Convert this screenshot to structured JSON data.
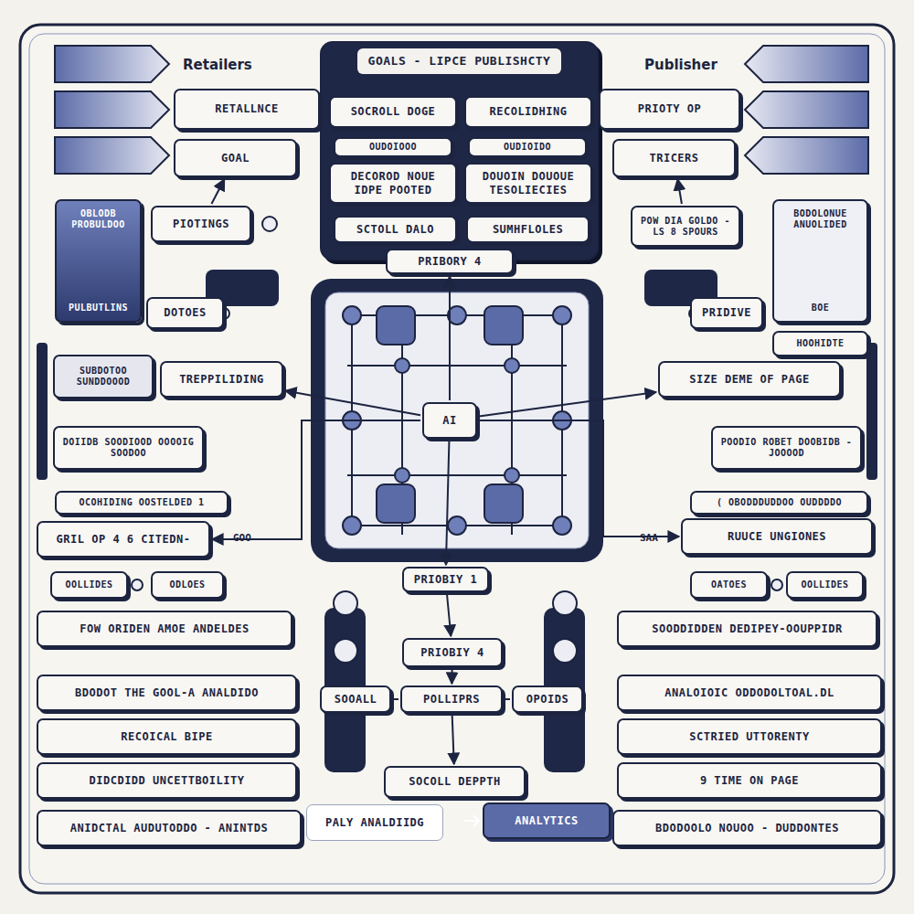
{
  "diagram": {
    "nodes": [
      {
        "text": [
          "GOALS - LIPCE PUBLISHCTY"
        ]
      },
      {
        "text": [
          "SOCROLL DOGE"
        ],
        "in": 0
      },
      {
        "text": [
          "RECOLIDHING"
        ],
        "in": 0
      },
      {
        "text": [
          "OUDOIOOO"
        ],
        "in": 0
      },
      {
        "text": [
          "OUDIOIDO"
        ],
        "in": 0
      },
      {
        "text": [
          "DECOROD NOUE IDPE POOTED"
        ],
        "in": 0
      },
      {
        "text": [
          "DOUOIN DOUOUE TESOLIECIES"
        ],
        "in": 0
      },
      {
        "text": [
          "SCTOLL DALO"
        ],
        "in": 0
      },
      {
        "text": [
          "SUMHFLOLES"
        ],
        "in": 0
      },
      {
        "text": [
          "PRIBORY 4"
        ]
      },
      {
        "text": [
          "RETALLNCE"
        ]
      },
      {
        "text": [
          "GOAL"
        ]
      },
      {
        "text": [
          "PIOTINGS"
        ]
      },
      {
        "text": [
          "OBLODB PROBULDOO",
          "PULBUTLINS"
        ]
      },
      {
        "text": [
          "DOTOES"
        ]
      },
      {
        "text": [
          "SUBDOTOO SUNDDOOOD"
        ]
      },
      {
        "text": [
          "TREPPILIDING"
        ]
      },
      {
        "text": [
          "DOIIDB SOODIOOD OOOOIG SOODOO"
        ]
      },
      {
        "text": [
          "OCOHIDING OOSTELDED 1"
        ]
      },
      {
        "text": [
          "GRIL OP 4 6 CITEDN-"
        ]
      },
      {
        "text": [
          "OOLLIDES"
        ]
      },
      {
        "text": [
          "ODLOES"
        ]
      },
      {
        "text": [
          "FOW ORIDEN AMOE ANDELDES"
        ]
      },
      {
        "text": [
          "BDODOT THE GOOL-A ANALDIDO"
        ]
      },
      {
        "text": [
          "RECOICAL BIPE"
        ]
      },
      {
        "text": [
          "DIDCDIDD UNCETTBOILITY"
        ]
      },
      {
        "text": [
          "ANIDCTAL AUDUTODDO - ANINTDS"
        ]
      },
      {
        "text": [
          "PRIOTY OP"
        ]
      },
      {
        "text": [
          "TRICERS"
        ]
      },
      {
        "text": [
          "POW DIA GOLDO -LS 8 SPOURS"
        ]
      },
      {
        "text": [
          "BODOLONUE ANUOLIDED",
          "BOE"
        ]
      },
      {
        "text": [
          "PRIDIVE"
        ]
      },
      {
        "text": [
          "HOOHIDTE"
        ]
      },
      {
        "text": [
          "SIZE DEME OF PAGE"
        ]
      },
      {
        "text": [
          "POODIO ROBET DOOBIDB -JOOOOD"
        ]
      },
      {
        "text": [
          "( OBODDDUDDOO OUDDDDO"
        ]
      },
      {
        "text": [
          "RUUCE UNGIONES"
        ]
      },
      {
        "text": [
          "OATOES"
        ]
      },
      {
        "text": [
          "OOLLIDES"
        ]
      },
      {
        "text": [
          "SOODDIDDEN DEDIPEY-OOUPPIDR"
        ]
      },
      {
        "text": [
          "ANALOIOIC ODDODOLTOAL.DL"
        ]
      },
      {
        "text": [
          "SCTRIED UTTORENTY"
        ]
      },
      {
        "text": [
          "9 TIME ON PAGE"
        ]
      },
      {
        "text": [
          "BDODOOLO NOUOO - DUDDONTES"
        ]
      },
      {
        "text": [
          "AI"
        ]
      },
      {
        "text": [
          "PRIOBIY 1"
        ]
      },
      {
        "text": [
          "PRIOBIY 4"
        ]
      },
      {
        "text": [
          "SOOALL"
        ]
      },
      {
        "text": [
          "POLLIPRS"
        ]
      },
      {
        "text": [
          "OPOIDS"
        ]
      },
      {
        "text": [
          "SOCOLL DEPPTH"
        ]
      },
      {
        "text": [
          "PALY ANALDIIDG"
        ]
      },
      {
        "text": [
          "ANALYTICS"
        ]
      }
    ],
    "edges": [
      {
        "from": 44,
        "to": 9,
        "arrow": "to"
      },
      {
        "from": 44,
        "to": 45,
        "arrow": "to"
      },
      {
        "from": 45,
        "to": 46,
        "arrow": "to"
      },
      {
        "from": 46,
        "to": 48,
        "arrow": "to"
      },
      {
        "from": 48,
        "to": 50,
        "arrow": "to"
      },
      {
        "from": 47,
        "to": 48,
        "arrow": "none"
      },
      {
        "from": 48,
        "to": 49,
        "arrow": "none"
      },
      {
        "from": 44,
        "to": 16,
        "arrow": "to"
      },
      {
        "from": 44,
        "to": 33,
        "arrow": "to"
      },
      {
        "from": 44,
        "to": 19,
        "arrow": "to"
      },
      {
        "from": 44,
        "to": 36,
        "arrow": "to"
      },
      {
        "from": 12,
        "to": 11,
        "arrow": "to"
      },
      {
        "from": 29,
        "to": 28,
        "arrow": "to"
      }
    ],
    "labels": [
      "Retailers",
      "Publisher",
      "GOO",
      "SAA"
    ]
  }
}
